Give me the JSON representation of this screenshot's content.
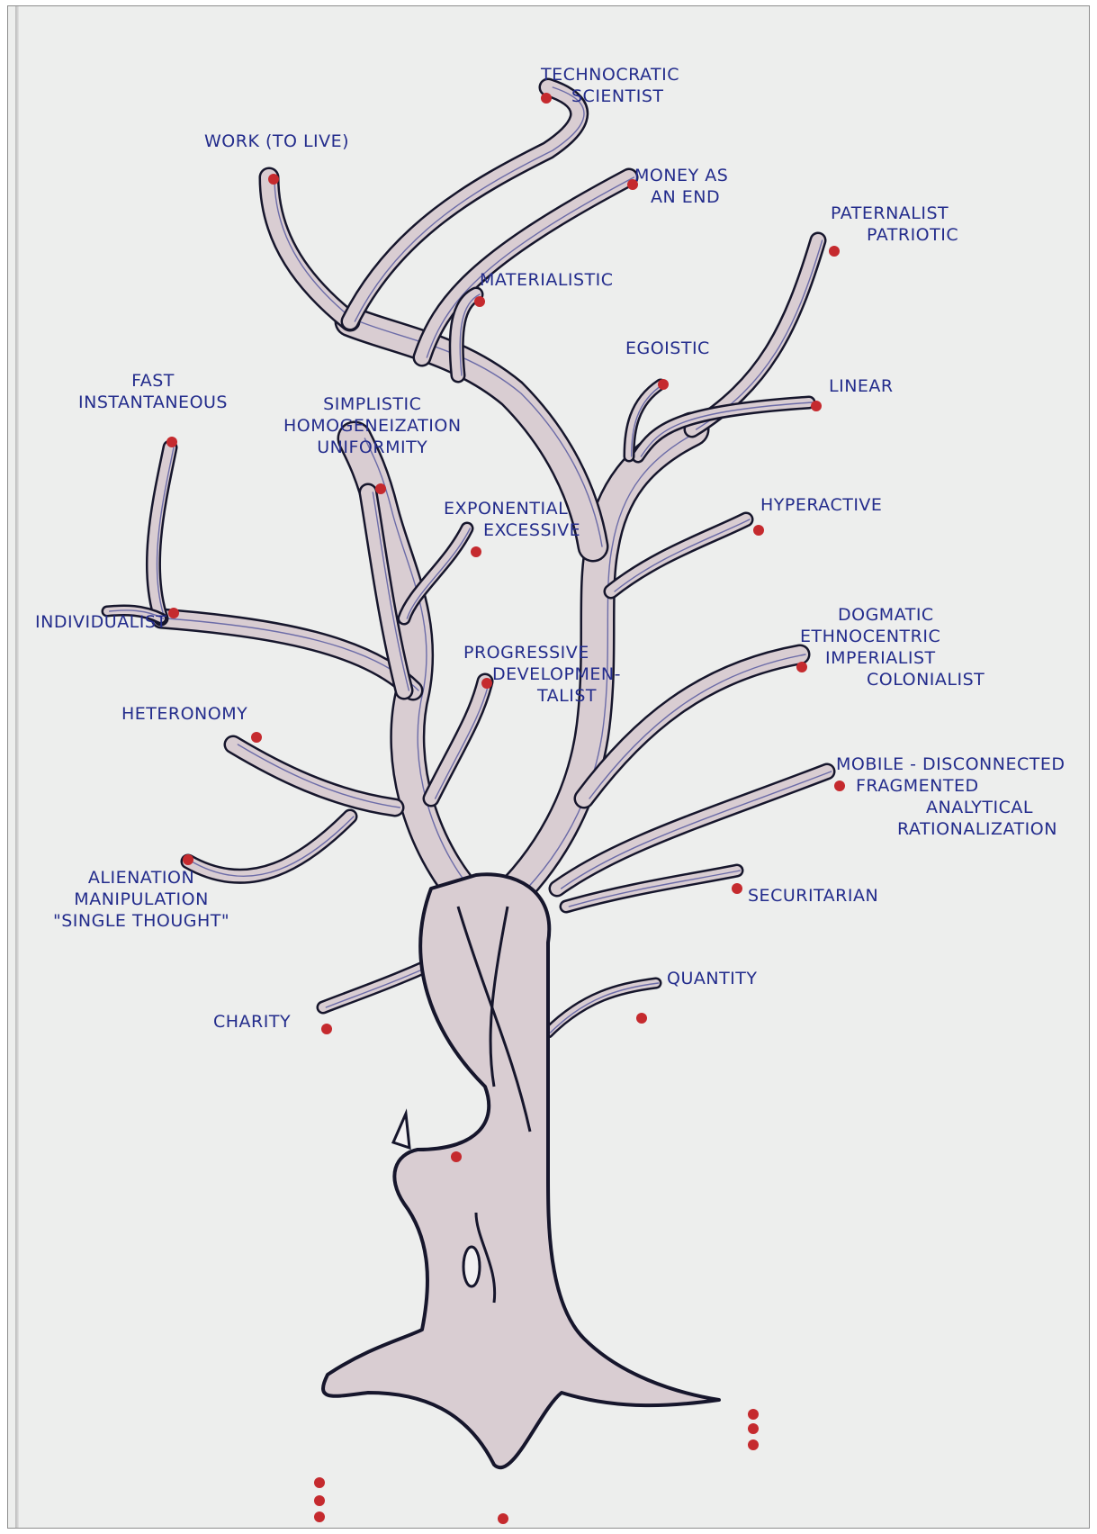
{
  "drawing": {
    "colors": {
      "paper": "#edeeed",
      "trunk_fill": "#d9cdd2",
      "outline": "#16162c",
      "ink": "#232c8c",
      "leaf_dot": "#c52a2e"
    },
    "labels": {
      "technocratic": [
        "TECHNOCRATIC",
        "SCIENTIST"
      ],
      "work": [
        "WORK (TO LIVE)"
      ],
      "money": [
        "MONEY AS",
        "AN END"
      ],
      "paternalist": [
        "PATERNALIST",
        "PATRIOTIC"
      ],
      "materialistic": [
        "MATERIALISTIC"
      ],
      "egoistic": [
        "EGOISTIC"
      ],
      "linear": [
        "LINEAR"
      ],
      "fast": [
        "FAST",
        "INSTANTANEOUS"
      ],
      "simplistic": [
        "SIMPLISTIC",
        "HOMOGENEIZATION",
        "UNIFORMITY"
      ],
      "exponential": [
        "EXPONENTIAL",
        "EXCESSIVE"
      ],
      "hyperactive": [
        "HYPERACTIVE"
      ],
      "individualist": [
        "INDIVIDUALIST"
      ],
      "dogmatic": [
        "DOGMATIC",
        "ETHNOCENTRIC",
        "IMPERIALIST",
        "COLONIALIST"
      ],
      "progressive": [
        "PROGRESSIVE",
        "DEVELOPMEN-",
        "TALIST"
      ],
      "heteronomy": [
        "HETERONOMY"
      ],
      "mobile": [
        "MOBILE - DISCONNECTED",
        "FRAGMENTED",
        "ANALYTICAL",
        "RATIONALIZATION"
      ],
      "alienation": [
        "ALIENATION",
        "MANIPULATION",
        "\"SINGLE THOUGHT\""
      ],
      "securitarian": [
        "SECURITARIAN"
      ],
      "quantity": [
        "QUANTITY"
      ],
      "charity": [
        "CHARITY"
      ]
    }
  }
}
